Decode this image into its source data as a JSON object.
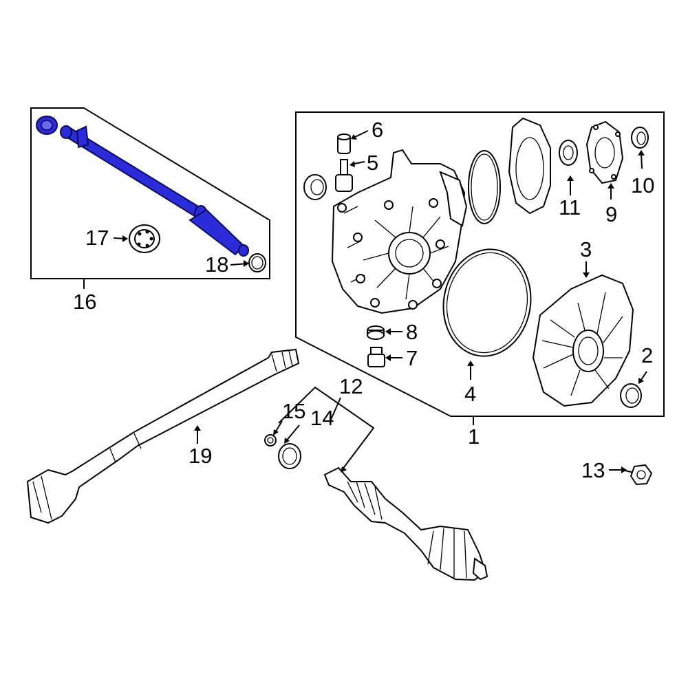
{
  "diagram": {
    "colors": {
      "highlight": "#2b2bd9",
      "line": "#000000",
      "background": "#ffffff"
    },
    "callouts": [
      {
        "id": "1",
        "label": "1"
      },
      {
        "id": "2",
        "label": "2"
      },
      {
        "id": "3",
        "label": "3"
      },
      {
        "id": "4",
        "label": "4"
      },
      {
        "id": "5",
        "label": "5"
      },
      {
        "id": "6",
        "label": "6"
      },
      {
        "id": "7",
        "label": "7"
      },
      {
        "id": "8",
        "label": "8"
      },
      {
        "id": "9",
        "label": "9"
      },
      {
        "id": "10",
        "label": "10"
      },
      {
        "id": "11",
        "label": "11"
      },
      {
        "id": "12",
        "label": "12"
      },
      {
        "id": "13",
        "label": "13"
      },
      {
        "id": "14",
        "label": "14"
      },
      {
        "id": "15",
        "label": "15"
      },
      {
        "id": "16",
        "label": "16"
      },
      {
        "id": "17",
        "label": "17"
      },
      {
        "id": "18",
        "label": "18"
      },
      {
        "id": "19",
        "label": "19"
      }
    ],
    "highlighted_part": "16"
  }
}
